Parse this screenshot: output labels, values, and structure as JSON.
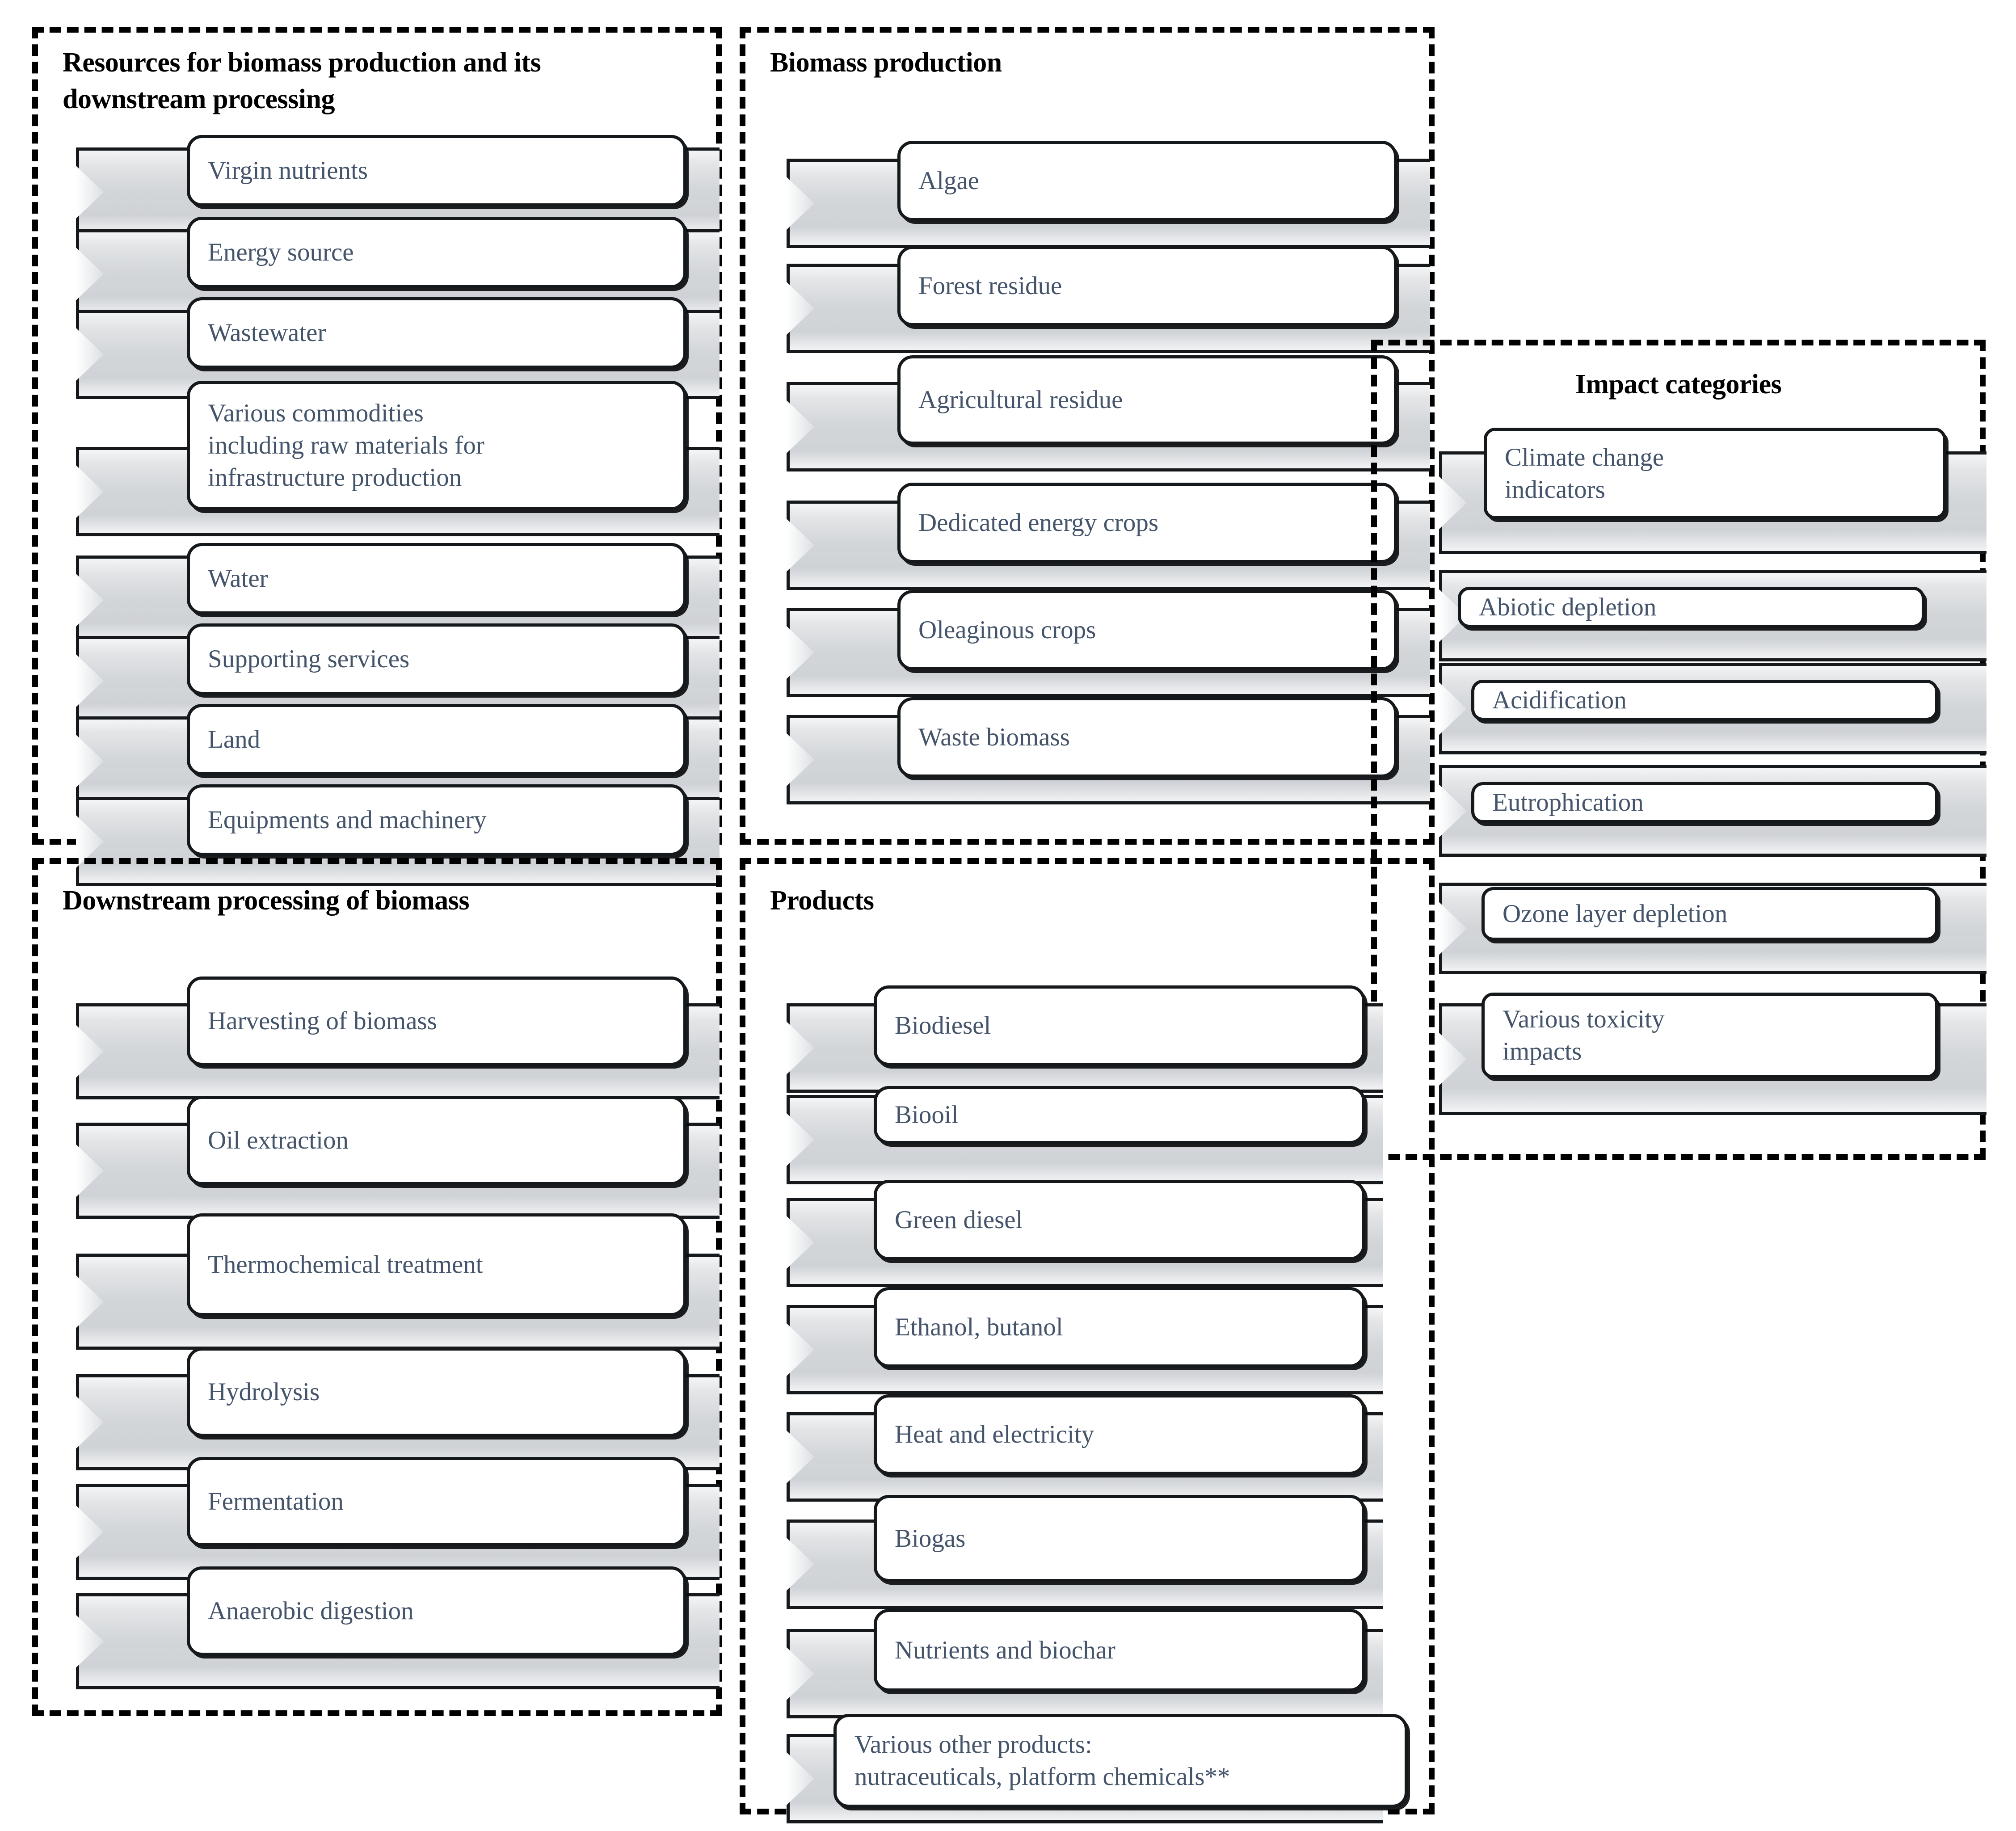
{
  "diagram": {
    "title_font_color": "#000000",
    "label_font_color": "#44546a",
    "panel_border_color": "#000000"
  },
  "panels": [
    {
      "id": "resources",
      "title": "Resources for biomass production and its\ndownstream processing",
      "items": [
        {
          "label": "Virgin nutrients"
        },
        {
          "label": "Energy source"
        },
        {
          "label": "Wastewater"
        },
        {
          "label": "Various commodities\nincluding raw materials for\ninfrastructure production"
        },
        {
          "label": "Water"
        },
        {
          "label": "Supporting services"
        },
        {
          "label": "Land"
        },
        {
          "label": "Equipments and machinery"
        }
      ]
    },
    {
      "id": "biomass-production",
      "title": "Biomass production",
      "items": [
        {
          "label": "Algae"
        },
        {
          "label": "Forest residue"
        },
        {
          "label": "Agricultural residue"
        },
        {
          "label": "Dedicated energy crops"
        },
        {
          "label": "Oleaginous crops"
        },
        {
          "label": "Waste biomass"
        }
      ]
    },
    {
      "id": "impact-categories",
      "title": "Impact categories",
      "items": [
        {
          "label": "Climate change\nindicators"
        },
        {
          "label": "Abiotic depletion"
        },
        {
          "label": "Acidification"
        },
        {
          "label": "Eutrophication"
        },
        {
          "label": "Ozone layer depletion"
        },
        {
          "label": "Various toxicity\nimpacts"
        }
      ]
    },
    {
      "id": "downstream-processing",
      "title": "Downstream processing of biomass",
      "items": [
        {
          "label": "Harvesting of biomass"
        },
        {
          "label": "Oil extraction"
        },
        {
          "label": "Thermochemical treatment"
        },
        {
          "label": "Hydrolysis"
        },
        {
          "label": "Fermentation"
        },
        {
          "label": "Anaerobic digestion"
        }
      ]
    },
    {
      "id": "products",
      "title": "Products",
      "items": [
        {
          "label": "Biodiesel"
        },
        {
          "label": "Biooil"
        },
        {
          "label": "Green diesel"
        },
        {
          "label": "Ethanol, butanol"
        },
        {
          "label": "Heat and electricity"
        },
        {
          "label": "Biogas"
        },
        {
          "label": "Nutrients and biochar"
        },
        {
          "label": "Various other products:\nnutraceuticals, platform chemicals**"
        }
      ]
    }
  ]
}
